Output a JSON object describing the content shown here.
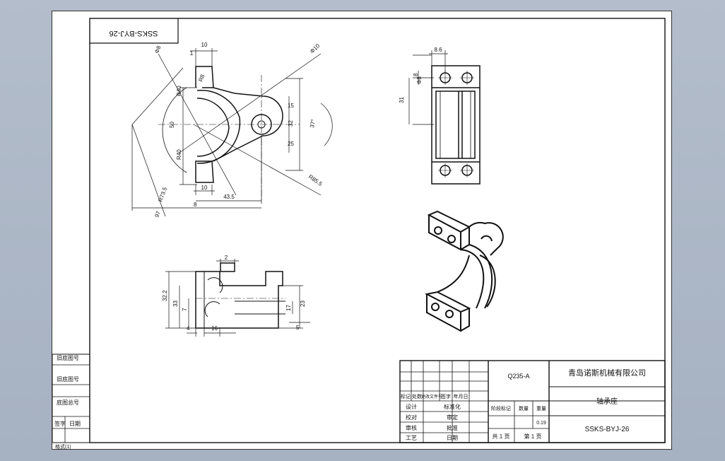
{
  "drawing": {
    "rotated_code": "SSKS-BYJ-26",
    "material": "Q235-A",
    "company": "青岛诺斯机械有限公司",
    "part_name": "轴承座",
    "drawing_no": "SSKS-BYJ-26",
    "weight": "0.19",
    "total_sheets_label": "共 1 页",
    "sheet_label": "第 1 页"
  },
  "title_block": {
    "mark": "标记",
    "count": "处数",
    "file_no": "更改文件号",
    "sign": "签字",
    "date": "年月日",
    "design": "设计",
    "check": "校对",
    "review": "审核",
    "process": "工艺",
    "standardize": "标准化",
    "audit": "审定",
    "approve": "批准",
    "day": "日期",
    "stage_mark": "阶段标记",
    "quantity": "数量",
    "weight_label": "重量"
  },
  "side_panel": {
    "old_no": "旧底图号",
    "bottom_no": "底图总号",
    "sign": "签字",
    "day": "日期",
    "format": "格式(1)"
  },
  "dims_front": {
    "d10_top": "10",
    "d1": "1",
    "r8": "R8",
    "r40_top": "R40",
    "d50": "50",
    "r40_bot": "R40",
    "d15": "15",
    "d32": "32",
    "d25": "25",
    "d10_bot": "10",
    "d43_5": "43.5",
    "d8": "8",
    "phi10": "Φ10",
    "phi8": "Φ8",
    "ang37": "37°",
    "r85_5": "R85.5",
    "r73_5": "R73.5",
    "d97": "97"
  },
  "dims_right": {
    "d8_6": "8.6",
    "phi8": "Φ8",
    "d8": "8",
    "d31": "31"
  },
  "dims_bottom": {
    "d2": "2",
    "d32_2": "32.2",
    "d33": "33",
    "d7": "7",
    "d4": "4",
    "d16": "16",
    "d17": "17",
    "d23": "23",
    "d5": "5"
  }
}
